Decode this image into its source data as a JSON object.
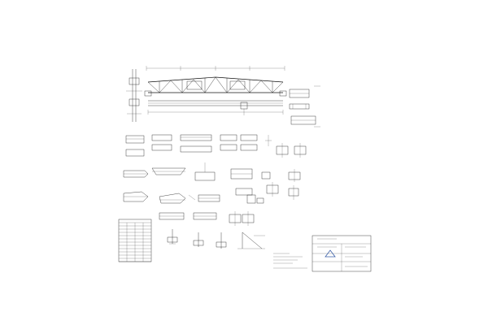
{
  "sheet": {
    "background": "#ffffff",
    "line_color": "#1a1a1a",
    "accent_color": "#3a5fa8"
  },
  "views": [
    {
      "name": "truss-elevation"
    },
    {
      "name": "truss-plan"
    },
    {
      "name": "section-details"
    },
    {
      "name": "member-details"
    },
    {
      "name": "connection-details"
    },
    {
      "name": "material-schedule"
    },
    {
      "name": "notes-block"
    },
    {
      "name": "title-block"
    }
  ],
  "labels": {}
}
